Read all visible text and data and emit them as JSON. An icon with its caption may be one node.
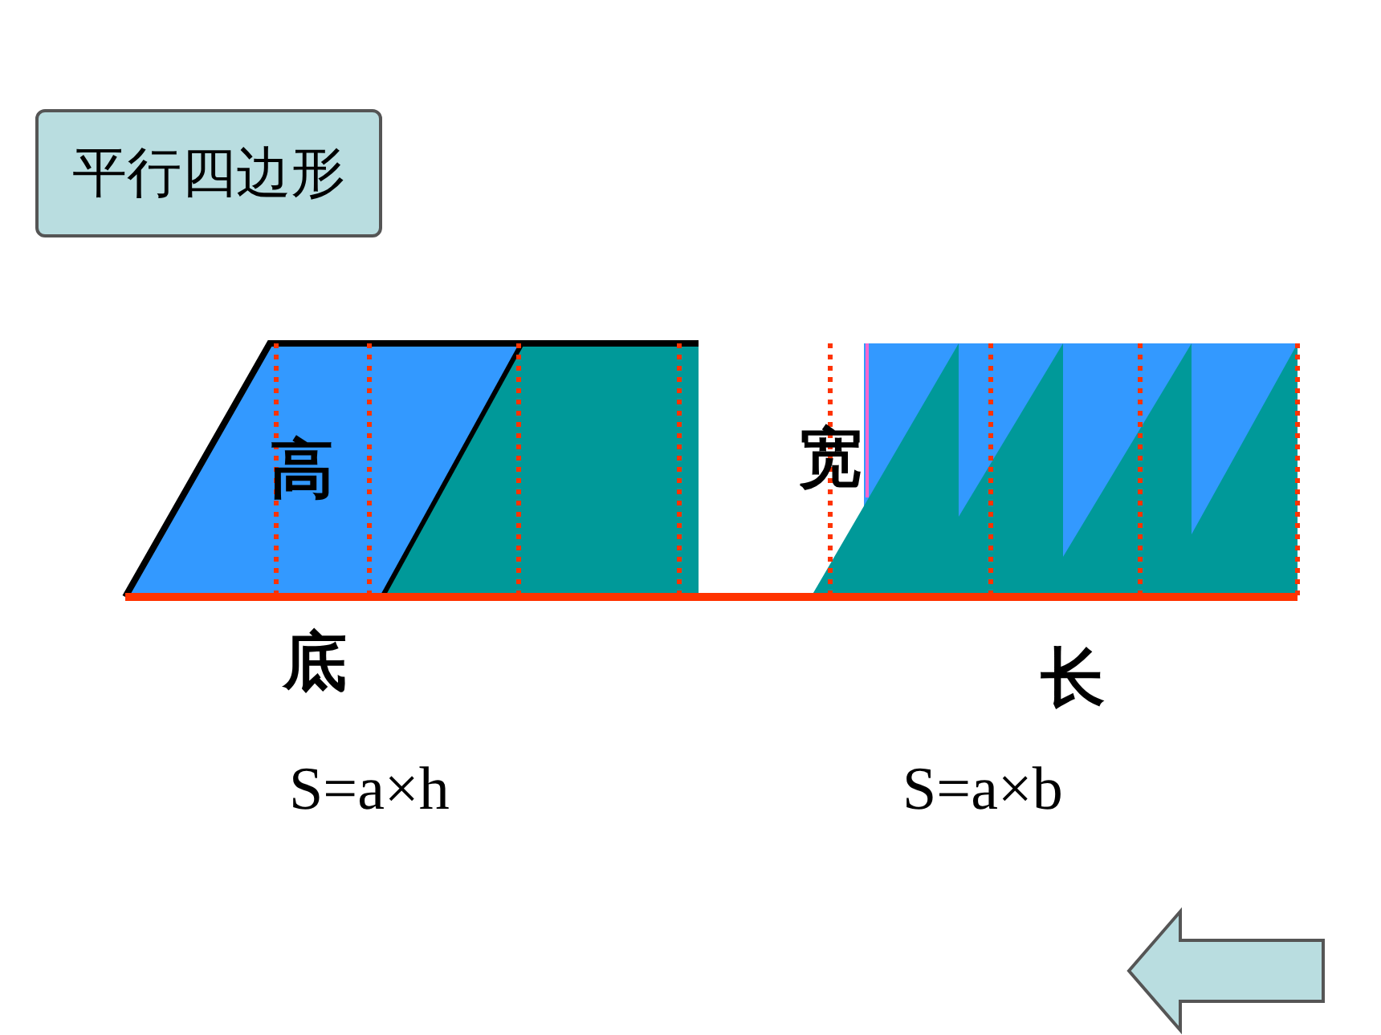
{
  "diagram": {
    "nodes": [
      {
        "text": [
          "平行四边形"
        ]
      }
    ],
    "labels": [
      "高",
      "宽",
      "底",
      "长",
      "S=a×h",
      "S=a×b"
    ]
  }
}
